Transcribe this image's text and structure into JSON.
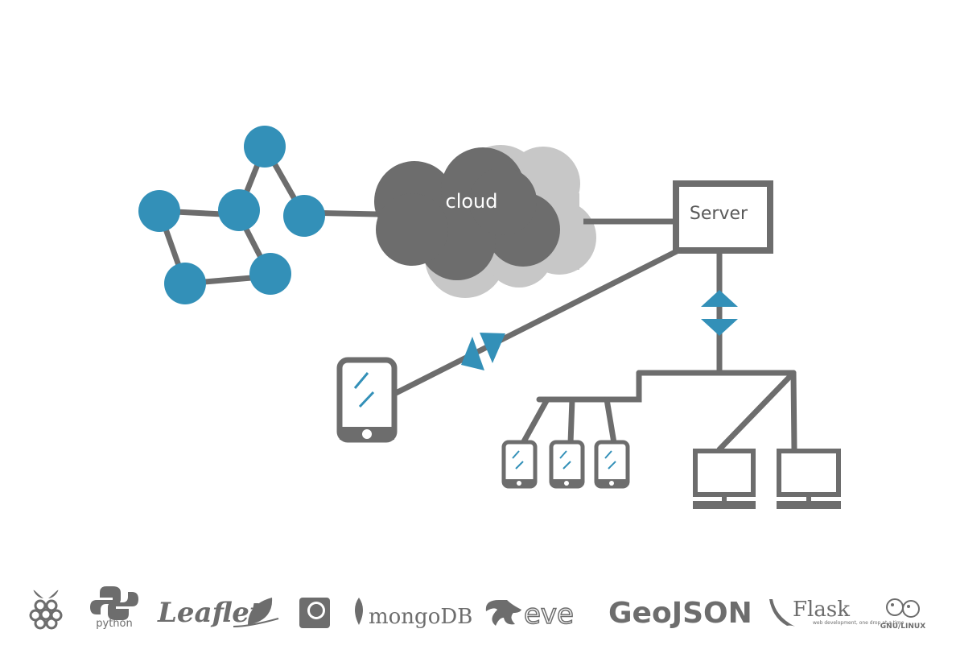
{
  "diagram": {
    "cloud_label": "cloud",
    "server_label": "Server"
  },
  "logos": [
    {
      "id": "raspberry-pi",
      "icon": "raspberry-icon",
      "text": ""
    },
    {
      "id": "python",
      "icon": "python-icon",
      "text": "python"
    },
    {
      "id": "leaflet",
      "icon": "leaf-icon",
      "text": "Leaflet"
    },
    {
      "id": "openstreetmap",
      "icon": "openstreetmap-icon",
      "text": ""
    },
    {
      "id": "mongodb",
      "icon": "mongodb-leaf-icon",
      "text": "mongoDB"
    },
    {
      "id": "eve",
      "icon": "eve-leaf-icon",
      "text": "eve"
    },
    {
      "id": "geojson",
      "icon": "",
      "text": "GeoJSON"
    },
    {
      "id": "flask",
      "icon": "flask-horn-icon",
      "text": "Flask",
      "subtext": "web development, one drop at a time"
    },
    {
      "id": "gnu-linux",
      "icon": "gnu-tux-icon",
      "text": "GNU/LINUX"
    }
  ],
  "colors": {
    "node_blue": "#3390b8",
    "line_gray": "#6d6d6d",
    "cloud_dark": "#6d6d6d",
    "cloud_light": "#c7c7c7",
    "logo_gray": "#6d6d6d"
  }
}
